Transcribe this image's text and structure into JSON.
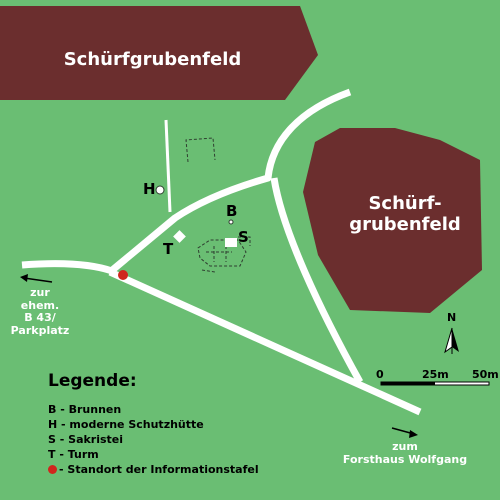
{
  "fields": {
    "north_field": "Schürfgrubenfeld",
    "east_field_line1": "Schürf-",
    "east_field_line2": "grubenfeld"
  },
  "markers": {
    "h": "H",
    "b": "B",
    "s": "S",
    "t": "T"
  },
  "directions": {
    "west_lines": [
      "zur",
      "ehem.",
      "B 43/",
      "Parkplatz"
    ],
    "southeast_lines": [
      "zum",
      "Forsthaus Wolfgang"
    ]
  },
  "north": "N",
  "scale": {
    "start": "0",
    "mid": "25m",
    "end": "50m"
  },
  "legend": {
    "title": "Legende:",
    "items": [
      {
        "key": "B",
        "text": "B - Brunnen"
      },
      {
        "key": "H",
        "text": "H - moderne Schutzhütte"
      },
      {
        "key": "S",
        "text": "S - Sakristei"
      },
      {
        "key": "T",
        "text": "T - Turm"
      },
      {
        "key": "dot",
        "text": "- Standort der Informationstafel"
      }
    ]
  },
  "colors": {
    "background": "#6abe73",
    "field": "#6b2e2e",
    "road": "#ffffff",
    "info_point": "#d0261d"
  }
}
